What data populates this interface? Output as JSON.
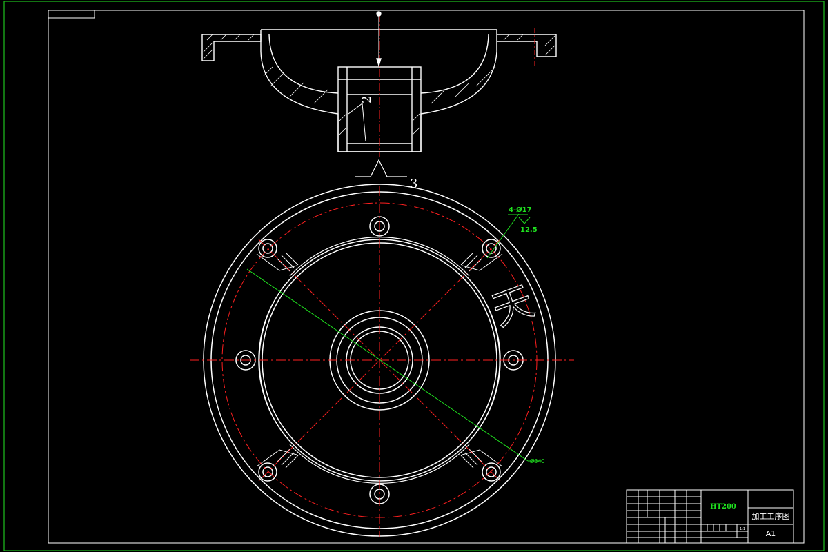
{
  "colors": {
    "background": "#000000",
    "frame": "#1fc21f",
    "geometry": "#ffffff",
    "centerline": "#ff2020",
    "dimension": "#1fe01f",
    "title_text": "#1fe01f"
  },
  "annotations": {
    "section_mark_top": "2",
    "surface_mark_bottom": "3",
    "hole_callout": "4-Ø17",
    "roughness": "12.5",
    "diameter": "Ø340",
    "engraved_logo": "天"
  },
  "title_block": {
    "material": "HT200",
    "drawing_name": "加工工序图",
    "sheet_size": "A1",
    "scale": "1:1"
  }
}
